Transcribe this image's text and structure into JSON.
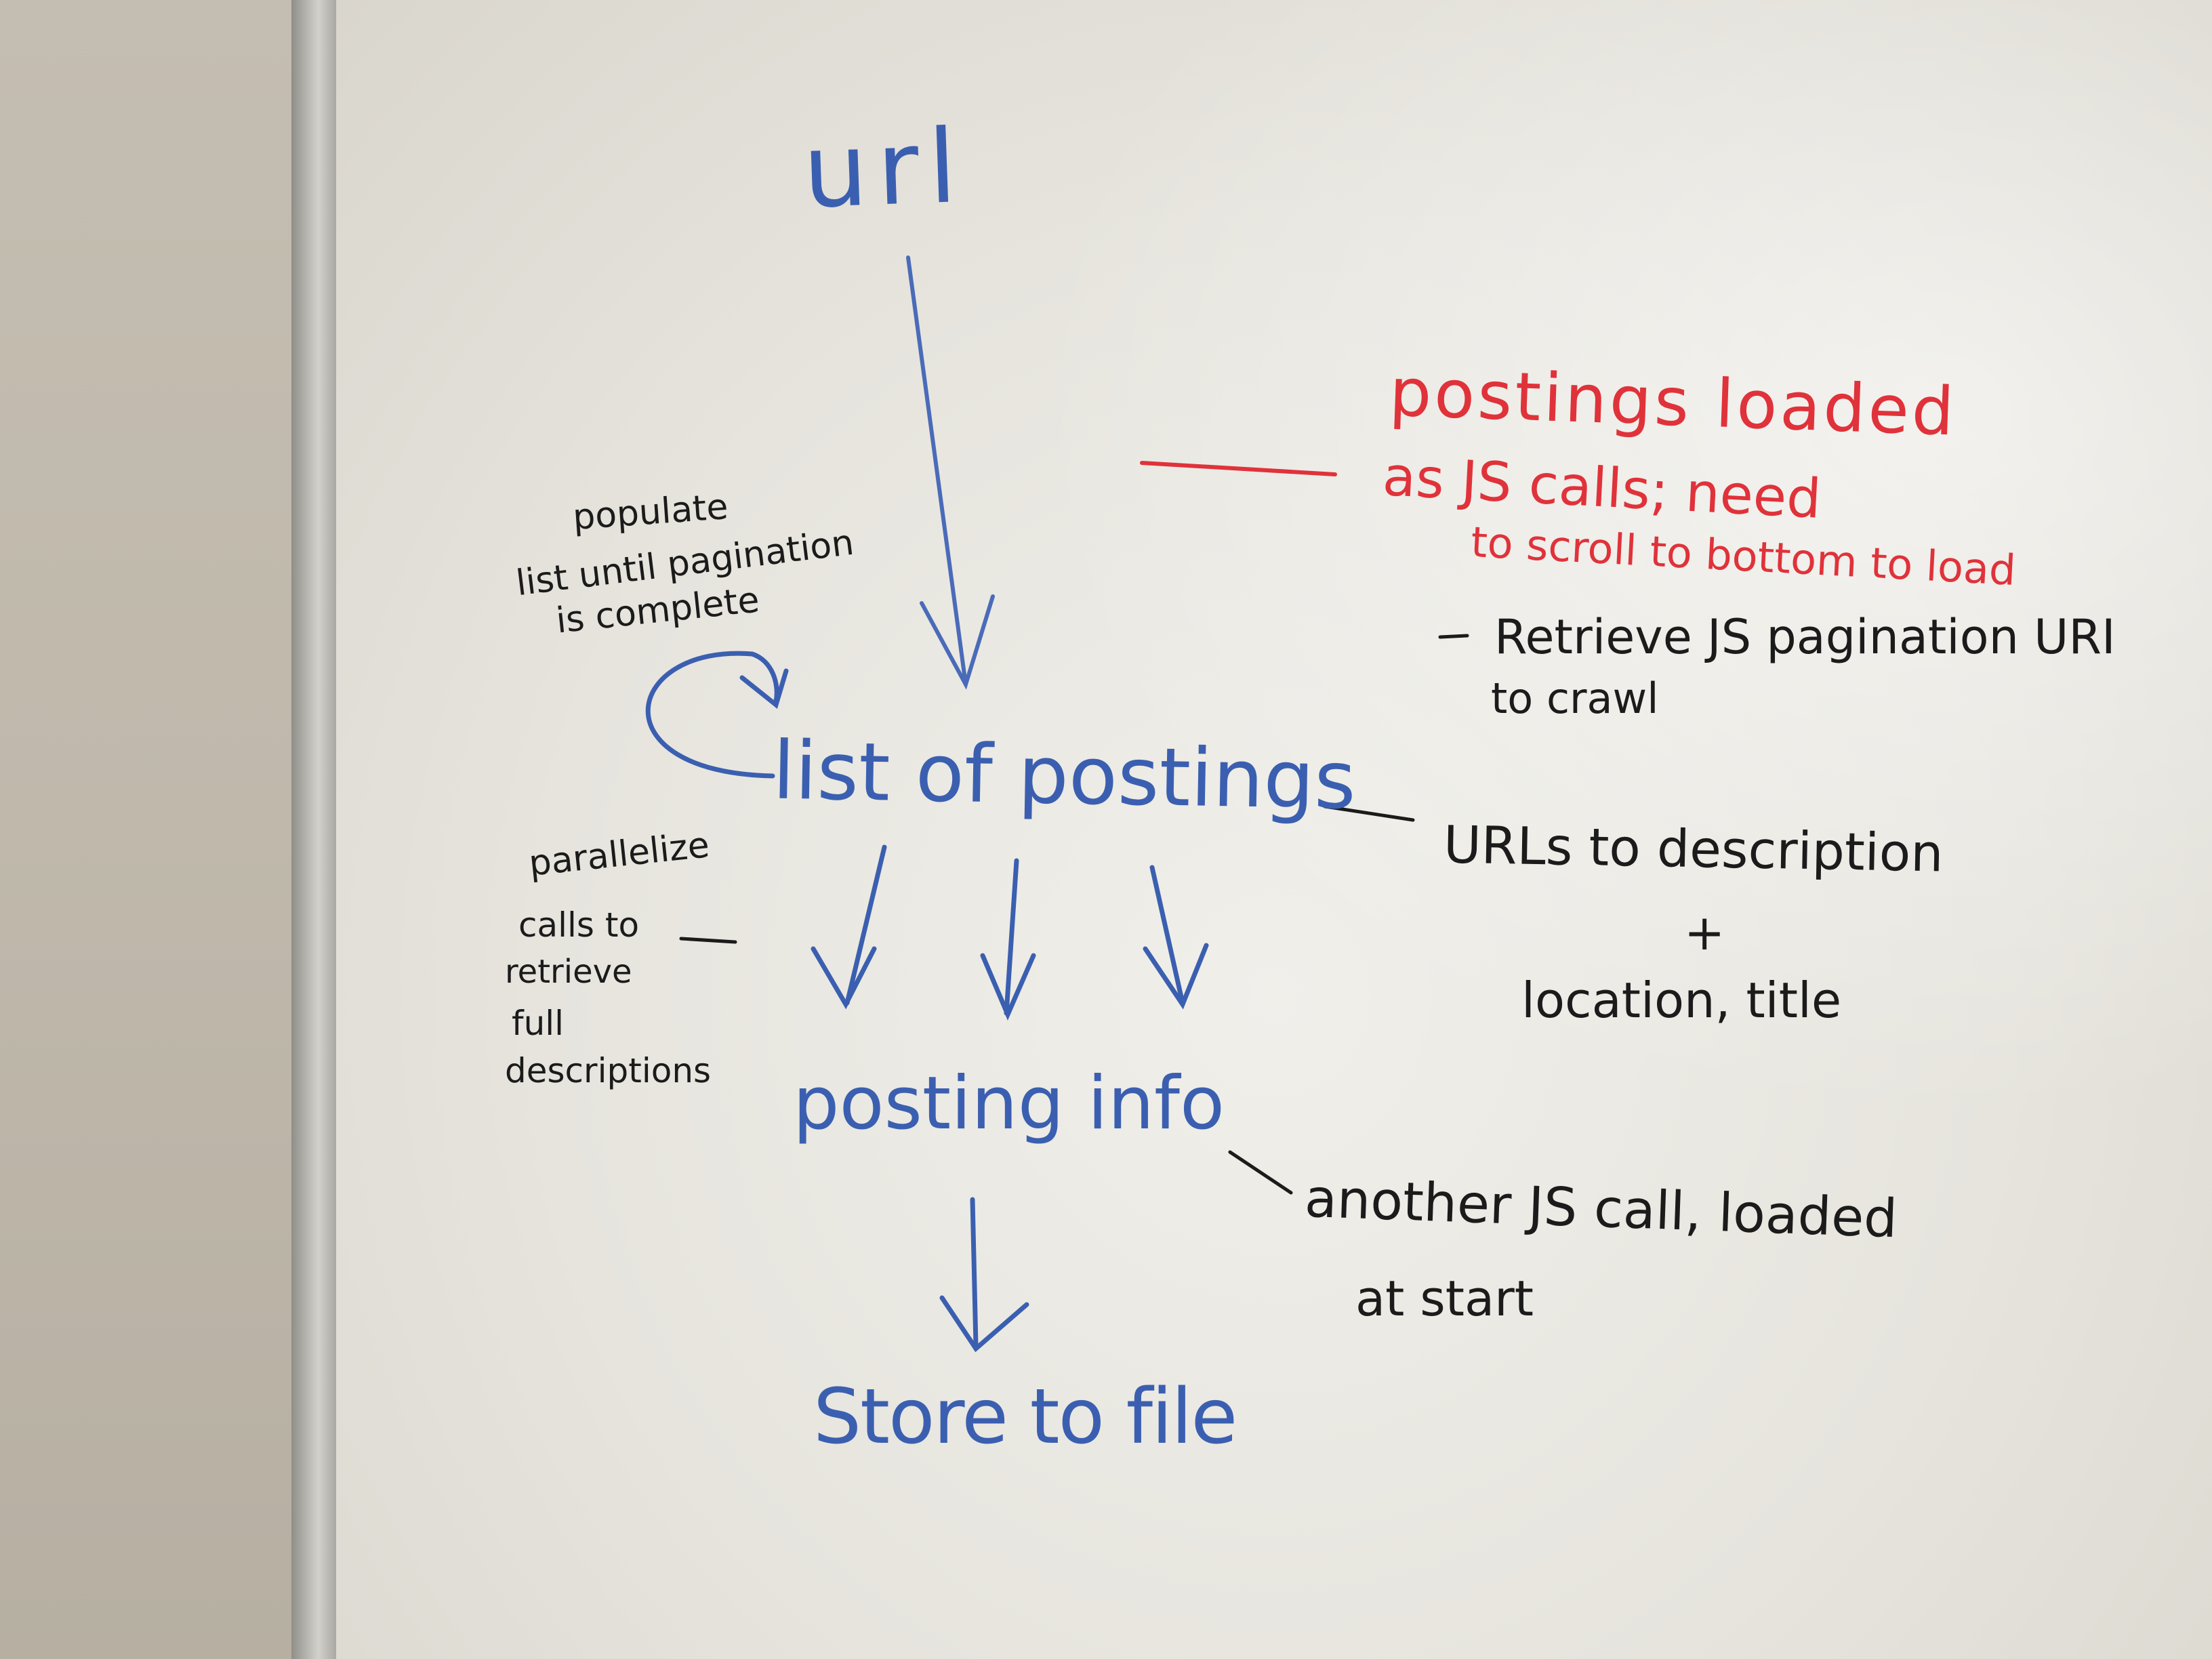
{
  "whiteboard": {
    "nodes": {
      "url": "url",
      "list_of_postings": "list of postings",
      "posting_info": "posting info",
      "store_to_file": "Store to file"
    },
    "notes": {
      "populate_line1": "populate",
      "populate_line2": "list until pagination",
      "populate_line3": "is complete",
      "postings_loaded_line1": "postings loaded",
      "postings_loaded_line2": "as JS calls; need",
      "postings_loaded_line3": "to scroll to bottom to load",
      "retrieve_line1": "Retrieve JS pagination URI",
      "retrieve_line2": "to crawl",
      "urls_line1": "URLs to description",
      "urls_plus": "+",
      "urls_line2": "location, title",
      "parallelize_line1": "parallelize",
      "parallelize_line2": "calls to",
      "parallelize_line3": "retrieve",
      "parallelize_line4": "full",
      "parallelize_line5": "descriptions",
      "another_line1": "another JS call, loaded",
      "another_line2": "at start"
    },
    "colors": {
      "blue_marker": "#3b5fb0",
      "red_marker": "#e0323a",
      "black_marker": "#1b1b1b"
    }
  }
}
